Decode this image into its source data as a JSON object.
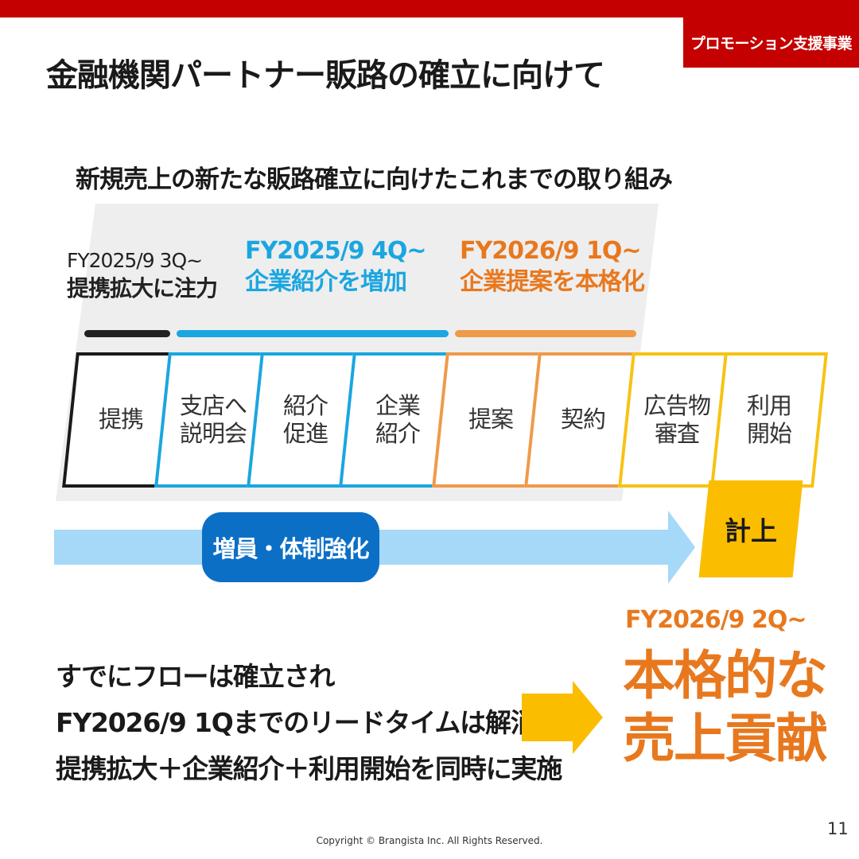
{
  "header": {
    "title": "金融機関パートナー販路の確立に向けて",
    "tag": "プロモーション支援事業"
  },
  "subtitle": "新規売上の新たな販路確立に向けたこれまでの取り組み",
  "phases": [
    {
      "period": "FY2025/9 3Q~",
      "label": "提携拡大に注力"
    },
    {
      "period": "FY2025/9 4Q~",
      "label": "企業紹介を増加"
    },
    {
      "period": "FY2026/9 1Q~",
      "label": "企業提案を本格化"
    }
  ],
  "steps": [
    {
      "label": "提携"
    },
    {
      "label": "支店へ\n説明会"
    },
    {
      "label": "紹介\n促進"
    },
    {
      "label": "企業\n紹介"
    },
    {
      "label": "提案"
    },
    {
      "label": "契約"
    },
    {
      "label": "広告物\n審査"
    },
    {
      "label": "利用\n開始"
    }
  ],
  "revenue_label": "計上",
  "staffing_label": "増員・体制強化",
  "summary": {
    "line1": "すでにフローは確立され",
    "line2": "FY2026/9 1Qまでのリードタイムは解消",
    "line3": "提携拡大＋企業紹介＋利用開始を同時に実施"
  },
  "result": {
    "period": "FY2026/9 2Q~",
    "line1": "本格的な",
    "line2": "売上貢献"
  },
  "footer": {
    "page_number": "11",
    "copyright": "Copyright © Brangista Inc. All Rights Reserved."
  },
  "colors": {
    "brand_red": "#c40000",
    "phase_blue": "#1aa6e0",
    "phase_orange": "#e8781e",
    "highlight_yellow": "#fbbd00",
    "pill_blue": "#0c6fc6"
  }
}
